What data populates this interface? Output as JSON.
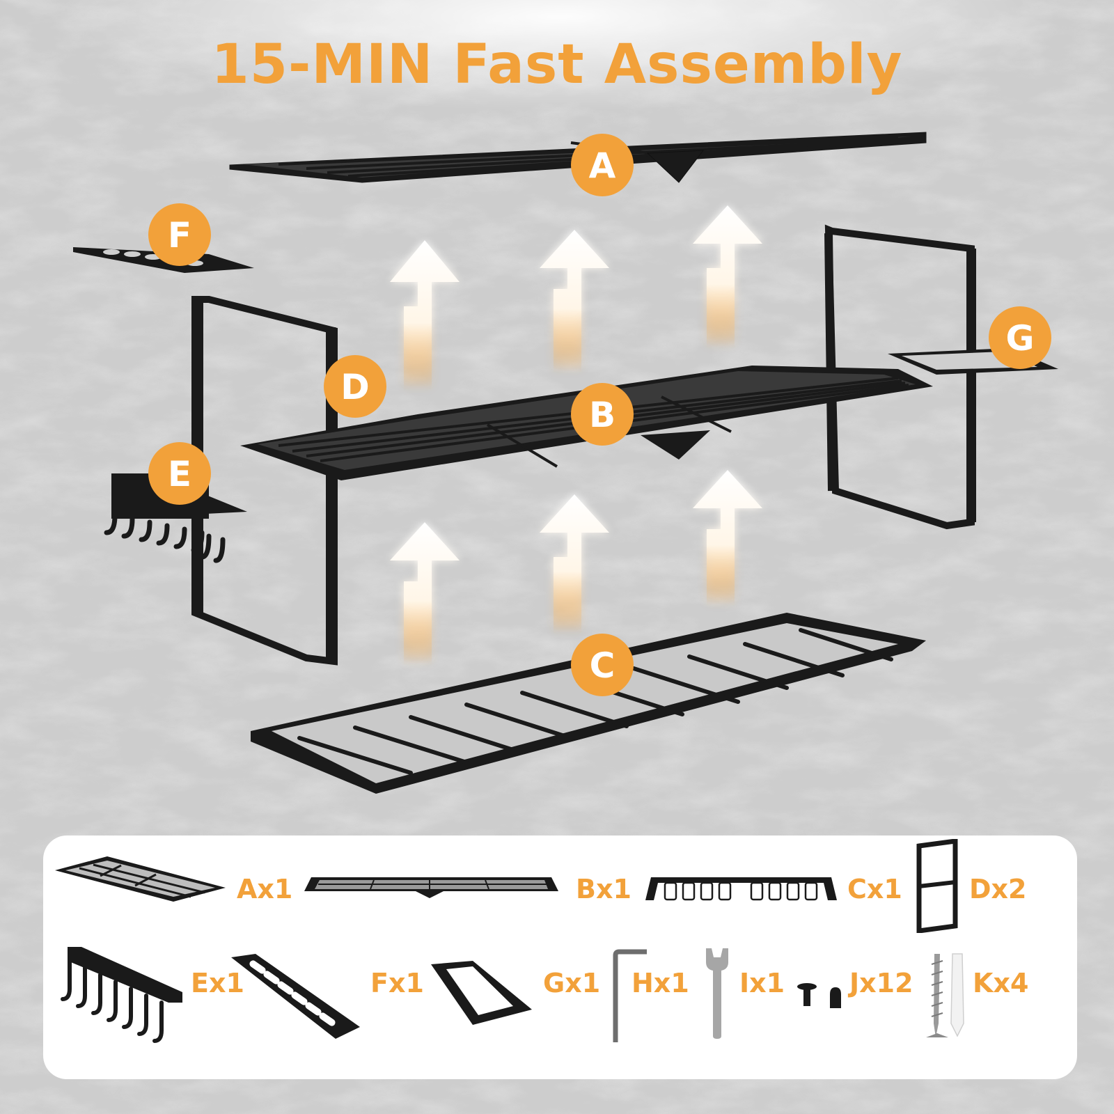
{
  "heading": "15-MIN Fast Assembly",
  "colors": {
    "accent": "#f2a13a",
    "metal": "#1a1a1a",
    "panel_bg": "#ffffff"
  },
  "callouts": {
    "a": "A",
    "b": "B",
    "c": "C",
    "d": "D",
    "e": "E",
    "f": "F",
    "g": "G"
  },
  "arrow_icon": "up-arrow-icon",
  "parts_list": [
    {
      "label": "Ax1",
      "icon": "top-shelf-icon"
    },
    {
      "label": "Bx1",
      "icon": "middle-shelf-icon"
    },
    {
      "label": "Cx1",
      "icon": "tool-rack-icon"
    },
    {
      "label": "Dx2",
      "icon": "side-frame-icon"
    },
    {
      "label": "Ex1",
      "icon": "hook-rail-icon"
    },
    {
      "label": "Fx1",
      "icon": "slot-plate-icon"
    },
    {
      "label": "Gx1",
      "icon": "side-holder-icon"
    },
    {
      "label": "Hx1",
      "icon": "allen-key-icon"
    },
    {
      "label": "Ix1",
      "icon": "wrench-icon"
    },
    {
      "label": "Jx12",
      "icon": "bolt-nut-icon"
    },
    {
      "label": "Kx4",
      "icon": "screw-anchor-icon"
    }
  ]
}
